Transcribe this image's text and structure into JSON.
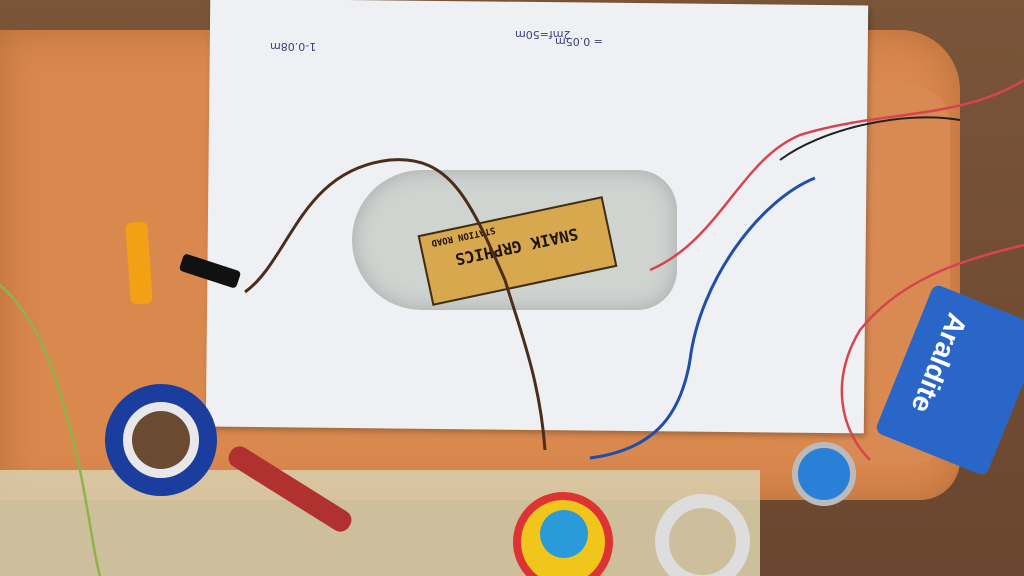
{
  "photo": {
    "paper_notes": [
      "1-0.08m",
      "2mf=50m",
      "= 0.05m"
    ],
    "case_label": {
      "title": "SNAIK GRPHICS",
      "subtitle": "STATION ROAD"
    },
    "product_brand": "Araldite"
  }
}
